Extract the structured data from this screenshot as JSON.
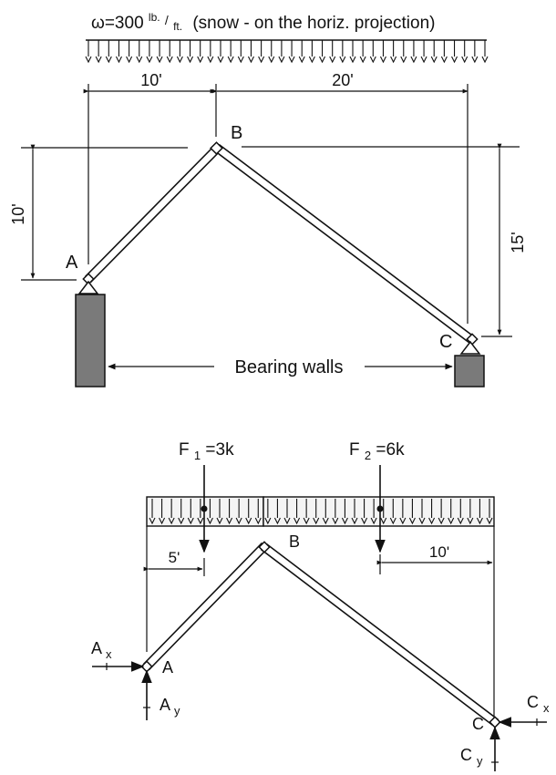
{
  "top": {
    "load_prefix": "ω=300",
    "load_unit_top": "lb.",
    "load_unit_slash": "/",
    "load_unit_bottom": "ft.",
    "load_suffix": "(snow - on the horiz. projection)",
    "dim_ab": "10'",
    "dim_bc": "20'",
    "dim_left_height": "10'",
    "dim_right_height": "15'",
    "label_a": "A",
    "label_b": "B",
    "label_c": "C",
    "walls_label": "Bearing walls"
  },
  "bottom": {
    "f1_letter": "F",
    "f1_sub": "1",
    "f1_value": "=3k",
    "f2_letter": "F",
    "f2_sub": "2",
    "f2_value": "=6k",
    "dim_f1": "5'",
    "dim_f2": "10'",
    "label_a": "A",
    "label_b": "B",
    "label_c": "C",
    "ax_letter": "A",
    "ax_sub": "x",
    "ay_letter": "A",
    "ay_sub": "y",
    "cx_letter": "C",
    "cx_sub": "x",
    "cy_letter": "C",
    "cy_sub": "y"
  },
  "colors": {
    "ink": "#111111",
    "wall_fill": "#7a7a7a",
    "load_box_fill": "#f4f4f4"
  }
}
